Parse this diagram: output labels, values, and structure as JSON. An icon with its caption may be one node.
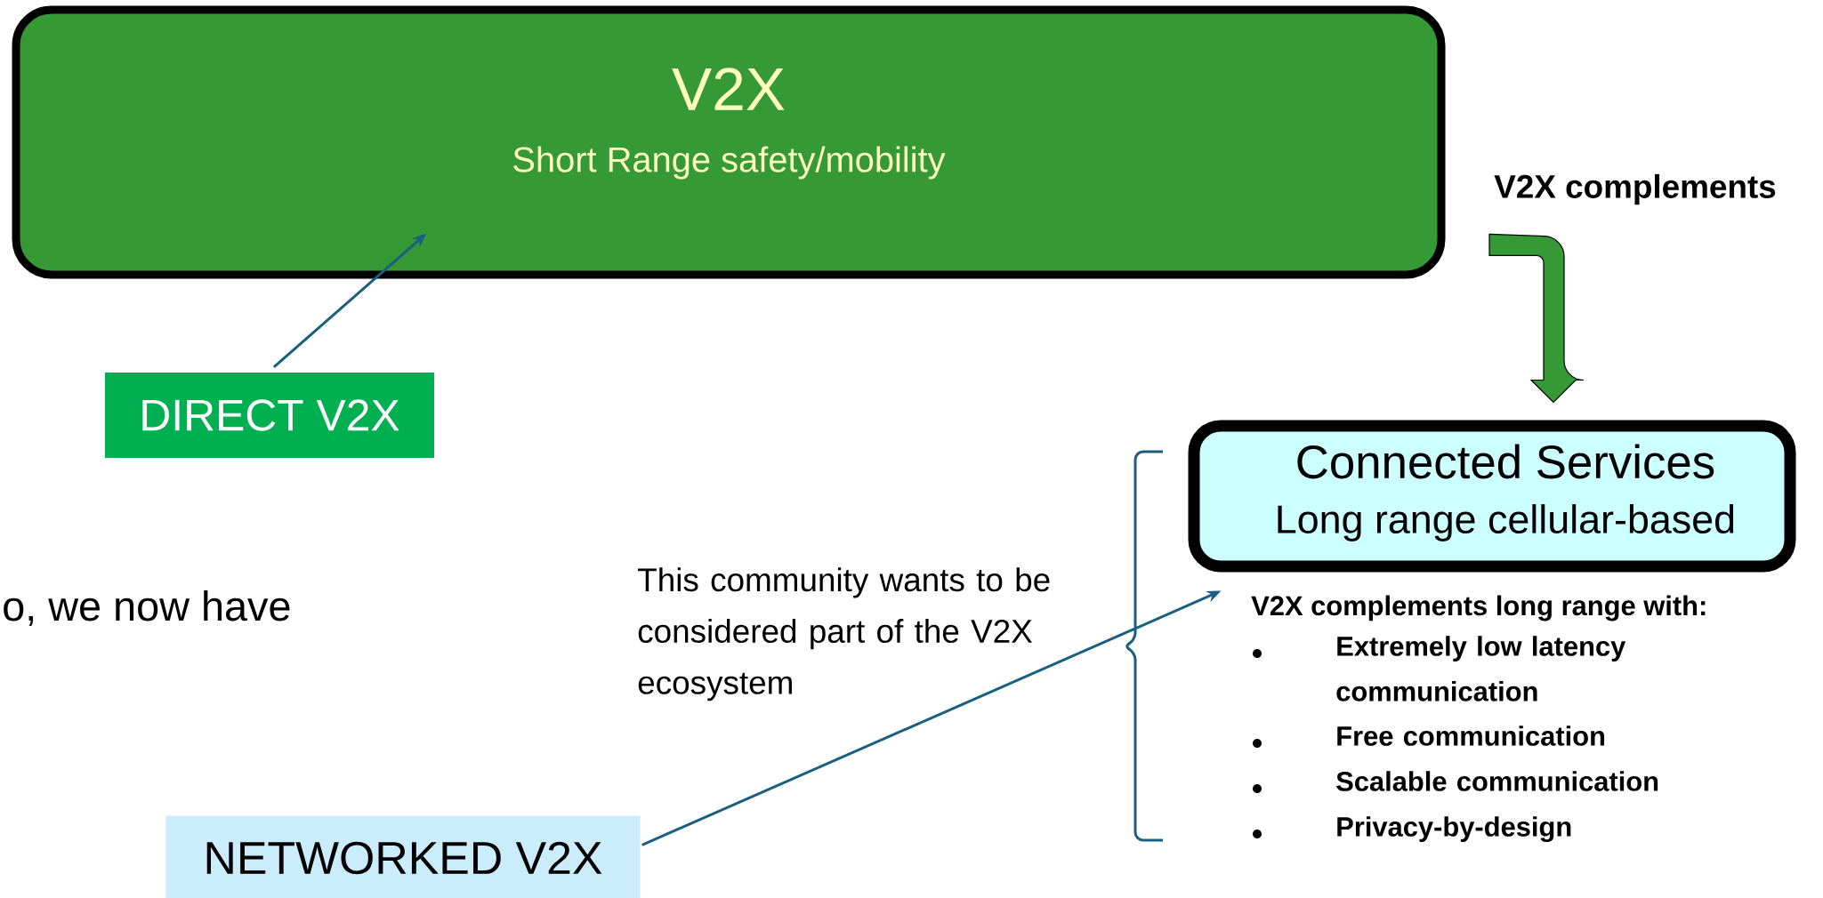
{
  "diagram": {
    "nodes": [
      {
        "text": [
          "V2X",
          "Short Range safety/mobility"
        ]
      },
      {
        "text": [
          "DIRECT V2X"
        ]
      },
      {
        "text": [
          "V2X complements"
        ]
      },
      {
        "text": [
          "Connected Services",
          "Long range cellular-based"
        ]
      },
      {
        "text": [
          "This community wants to be considered part of the V2X ecosystem"
        ]
      },
      {
        "text": [
          "NETWORKED V2X"
        ]
      }
    ],
    "edges": [
      {
        "from": 1,
        "to": 0,
        "arrow": "to"
      },
      {
        "from": 2,
        "to": 3,
        "arrow": "to",
        "style": "thick",
        "color": "#359a35"
      },
      {
        "from": 5,
        "to": 3,
        "arrow": "to"
      }
    ],
    "labels": [
      "o, we now have",
      "V2X complements long range with:",
      "Extremely low latency communication",
      "Free communication",
      "Scalable communication",
      "Privacy-by-design"
    ]
  }
}
